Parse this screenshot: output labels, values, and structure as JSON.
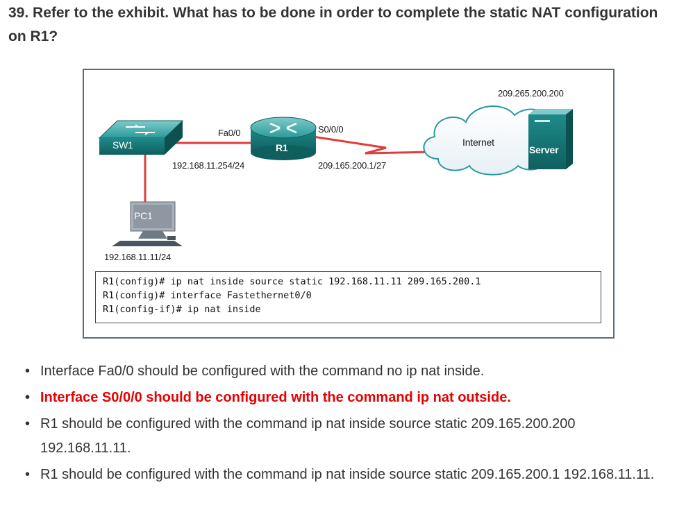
{
  "question": {
    "text": "39. Refer to the exhibit. What has to be done in order to complete the static NAT configuration on R1?"
  },
  "exhibit": {
    "devices": {
      "switch": "SW1",
      "router": "R1",
      "pc": "PC1",
      "cloud": "Internet",
      "server": "Server"
    },
    "labels": {
      "server_ip": "209.265.200.200",
      "fa_interface": "Fa0/0",
      "s_interface": "S0/0/0",
      "fa_ip": "192.168.11.254/24",
      "s_ip": "209.165.200.1/27",
      "pc_ip": "192.168.11.11/24"
    },
    "config_lines": [
      "R1(config)# ip nat inside source static 192.168.11.11 209.165.200.1",
      "R1(config)# interface Fastethernet0/0",
      "R1(config-if)# ip nat inside"
    ],
    "colors": {
      "link": "#e23c3c",
      "device_teal": "#1e8c8c",
      "border": "#5b6b7f"
    }
  },
  "answers": [
    {
      "text": "Interface Fa0/0 should be configured with the command no ip nat inside.",
      "correct": false
    },
    {
      "text": "Interface S0/0/0 should be configured with the command ip nat outside.",
      "correct": true
    },
    {
      "text": "R1 should be configured with the command ip nat inside source static 209.165.200.200 192.168.11.11.",
      "correct": false
    },
    {
      "text": "R1 should be configured with the command ip nat inside source static 209.165.200.1 192.168.11.11.",
      "correct": false
    }
  ],
  "answer_color": "#e60000"
}
